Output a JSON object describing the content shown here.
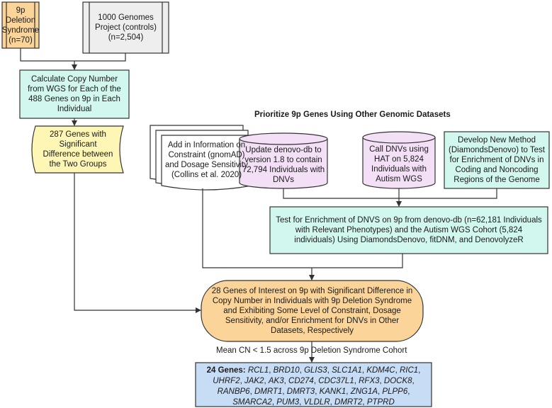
{
  "colors": {
    "orange": "#fbd49a",
    "gray": "#eeeeee",
    "teal": "#d2f7ee",
    "yellow": "#fdf6b5",
    "purple": "#f3e0f6",
    "blue": "#c7dcf5",
    "stroke": "#333333"
  },
  "boxes": {
    "deletion": "9p Deletion Syndrome (n=70)",
    "genomes": "1000 Genomes Project (controls) (n=2,504)",
    "calculate": "Calculate Copy Number from WGS for Each of the 488 Genes on 9p in Each Individual",
    "significant": "287 Genes with Significant Difference between the Two Groups",
    "constraint": "Add in Information on Constraint (gnomAD) and Dosage Sensitivity (Collins et al. 2020)",
    "denovo_db": "Update denovo-db to version 1.8 to contain 72,794 Individuals with DNVs",
    "call_dnvs": "Call DNVs using HAT on 5,824 Individuals with Autism WGS",
    "develop": "Develop New Method (DiamondsDenovo) to Test for Enrichment of DNVs in Coding and Noncoding Regions of the Genome",
    "test_enrichment": "Test for Enrichment of DNVS on 9p from denovo-db (n=62,181 Individuals with Relevant Phenotypes) and the Autism WGS Cohort (5,824 individuals) Using DiamondsDenovo, fitDNM, and DenovolyzeR",
    "genes_interest": "28 Genes of Interest on 9p with Significant Difference in Copy Number in Individuals with 9p Deletion Syndrome and Exhibiting Some Level of Constraint, Dosage Sensitivity, and/or Enrichment for DNVs in Other Datasets, Respectively"
  },
  "heading": "Prioritize 9p Genes Using Other Genomic Datasets",
  "edge_label": "Mean CN < 1.5 across 9p Deletion Syndrome Cohort",
  "final": {
    "title": "24 Genes:",
    "genes": [
      "RCL1",
      "BRD10",
      "GLIS3",
      "SLC1A1",
      "KDM4C",
      "RIC1",
      "UHRF2",
      "JAK2",
      "AK3",
      "CD274",
      "CDC37L1",
      "RFX3",
      "DOCK8",
      "RANBP6",
      "DMRT1",
      "DMRT3",
      "KANK1",
      "ZNG1A",
      "PLPP6",
      "SMARCA2",
      "PUM3",
      "VLDLR",
      "DMRT2",
      "PTPRD"
    ]
  }
}
